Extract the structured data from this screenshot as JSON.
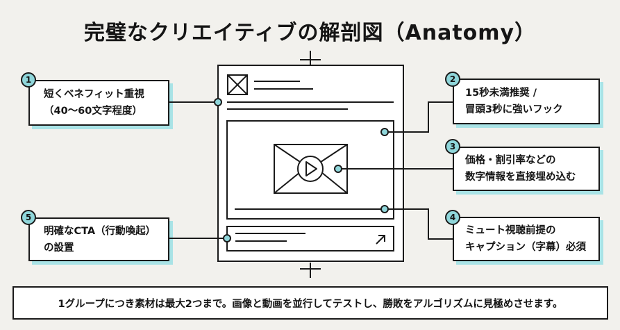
{
  "title": "完璧なクリエイティブの解剖図（Anatomy）",
  "callouts": [
    {
      "number": "1",
      "lines": [
        "短くベネフィット重視",
        "（40〜60文字程度）"
      ]
    },
    {
      "number": "2",
      "lines": [
        "15秒未満推奨 /",
        "冒頭3秒に強いフック"
      ]
    },
    {
      "number": "3",
      "lines": [
        "価格・割引率などの",
        "数字情報を直接埋め込む"
      ]
    },
    {
      "number": "4",
      "lines": [
        "ミュート視聴前提の",
        "キャプション（字幕）必須"
      ]
    },
    {
      "number": "5",
      "lines": [
        "明確なCTA（行動喚起）",
        "の設置"
      ]
    }
  ],
  "footer": "1グループにつき素材は最大2つまで。画像と動画を並行してテストし、勝敗をアルゴリズムに見極めさせます。",
  "colors": {
    "accent": "#8fd6da",
    "shadow": "#a9e3e6",
    "background": "#f2f1ed",
    "line": "#1a1a1a"
  },
  "icons": [
    "image-placeholder-icon",
    "play-icon",
    "envelope-icon",
    "arrow-up-right-icon",
    "crosshair-icon"
  ]
}
